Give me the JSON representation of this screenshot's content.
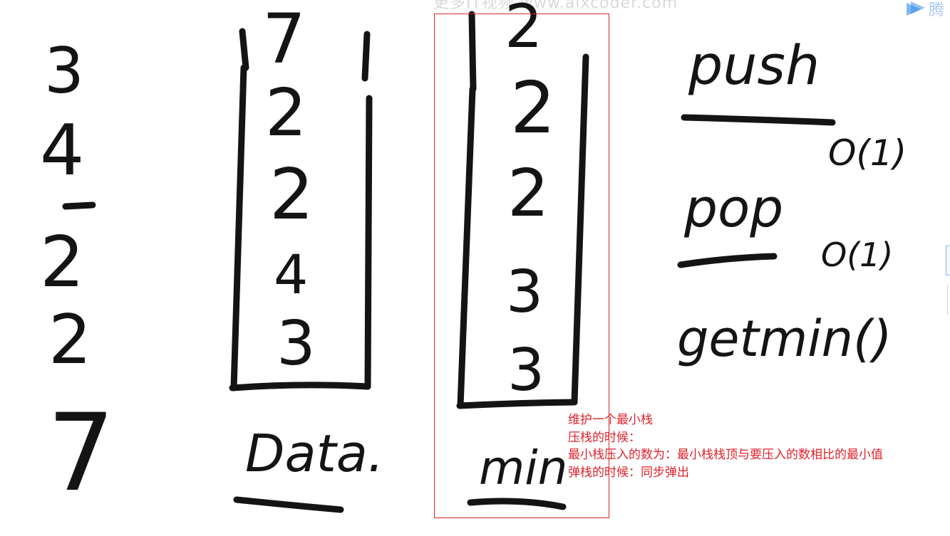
{
  "watermark": "更多IT视频 www.aixcoder.com",
  "input_sequence": [
    "3",
    "4",
    "2",
    "2",
    "7"
  ],
  "data_stack": {
    "items_top_to_bottom": [
      "7",
      "2",
      "2",
      "4",
      "3"
    ],
    "label": "Data."
  },
  "min_stack": {
    "items_top_to_bottom": [
      "2",
      "2",
      "2",
      "3",
      "3"
    ],
    "label": "min"
  },
  "operations": [
    {
      "name": "push",
      "complexity": "O(1)"
    },
    {
      "name": "pop",
      "complexity": "O(1)"
    },
    {
      "name": "getmin()",
      "complexity": ""
    }
  ],
  "annotation": {
    "line1": "维护一个最小栈",
    "line2": "压栈的时候：",
    "line3": "最小栈压入的数为：最小栈栈顶与要压入的数相比的最小值",
    "line4": "弹栈的时候：同步弹出"
  },
  "logo_text": "腾",
  "colors": {
    "ink": "#141414",
    "annotation": "#e0222a",
    "highlight_box": "#d8262c",
    "logo": "#3a8ee6"
  },
  "icons": {
    "logo": "video-player-logo-icon"
  }
}
